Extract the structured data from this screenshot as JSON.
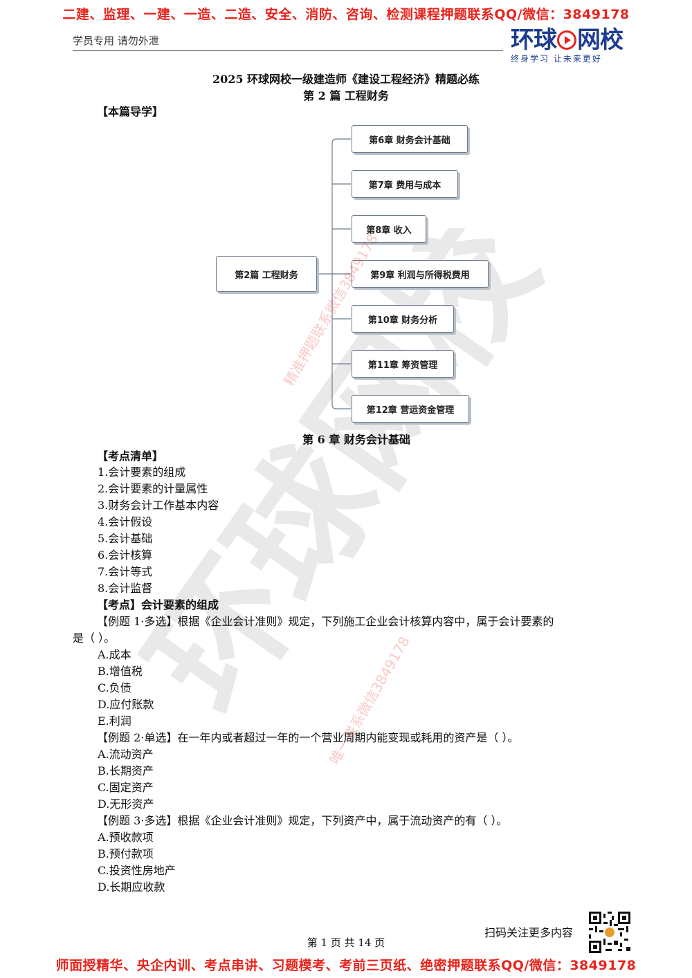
{
  "top_banner": "二建、监理、一建、一造、二造、安全、消防、咨询、检测课程押题联系QQ/微信：3849178",
  "bottom_banner": "师面授精华、央企内训、考点串讲、习题模考、考前三页纸、绝密押题联系QQ/微信：3849178",
  "header_left": "学员专用 请勿外泄",
  "logo": {
    "name_left": "环球",
    "name_right": "网校",
    "slogan": "终身学习 让未来更好"
  },
  "watermarks": {
    "line1": "精准押题联系微信3849178",
    "line2": "唯一联系微信3849178",
    "big": "环球网校"
  },
  "doc_title": "2025 环球网校一级建造师《建设工程经济》精题必练",
  "part_title": "第 2 篇  工程财务",
  "guide_label": "【本篇导学】",
  "mindmap": {
    "root": "第2篇 工程财务",
    "children": [
      "第6章 财务会计基础",
      "第7章 费用与成本",
      "第8章 收入",
      "第9章 利润与所得税费用",
      "第10章 财务分析",
      "第11章 筹资管理",
      "第12章 营运资金管理"
    ]
  },
  "chapter_title": "第 6 章  财务会计基础",
  "checklist_label": "【考点清单】",
  "checklist": [
    "1.会计要素的组成",
    "2.会计要素的计量属性",
    "3.财务会计工作基本内容",
    "4.会计假设",
    "5.会计基础",
    "6.会计核算",
    "7.会计等式",
    "8.会计监督"
  ],
  "kaodian_label": "【考点】会计要素的组成",
  "q1": {
    "label": "【例题 1·多选】",
    "stem": "根据《企业会计准则》规定，下列施工企业会计核算内容中，属于会计要素的",
    "stem2": "是（   ）。",
    "options": [
      "A.成本",
      "B.增值税",
      "C.负债",
      "D.应付账款",
      "E.利润"
    ]
  },
  "q2": {
    "label": "【例题 2·单选】",
    "stem": "在一年内或者超过一年的一个营业周期内能变现或耗用的资产是（   ）。",
    "options": [
      "A.流动资产",
      "B.长期资产",
      "C.固定资产",
      "D.无形资产"
    ]
  },
  "q3": {
    "label": "【例题 3·多选】",
    "stem": "根据《企业会计准则》规定，下列资产中，属于流动资产的有（   ）。",
    "options": [
      "A.预收款项",
      "B.预付款项",
      "C.投资性房地产",
      "D.长期应收款"
    ]
  },
  "qr_caption": "扫码关注更多内容",
  "page_number": "第 1 页 共 14 页"
}
